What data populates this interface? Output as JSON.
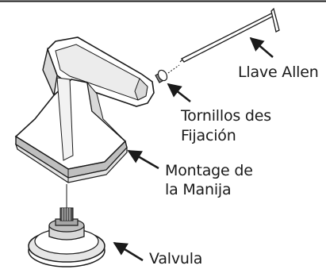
{
  "labels": {
    "allen_key": "Llave Allen",
    "set_screw_line1": "Tornillos des",
    "set_screw_line2": "Fijación",
    "handle_line1": "Montage de",
    "handle_line2": "la Manija",
    "valve": "Valvula"
  },
  "colors": {
    "ink": "#1a1a1a",
    "fill_light": "#ffffff",
    "fill_mid": "#d9d9d9",
    "fill_dark": "#8c8c8c"
  }
}
